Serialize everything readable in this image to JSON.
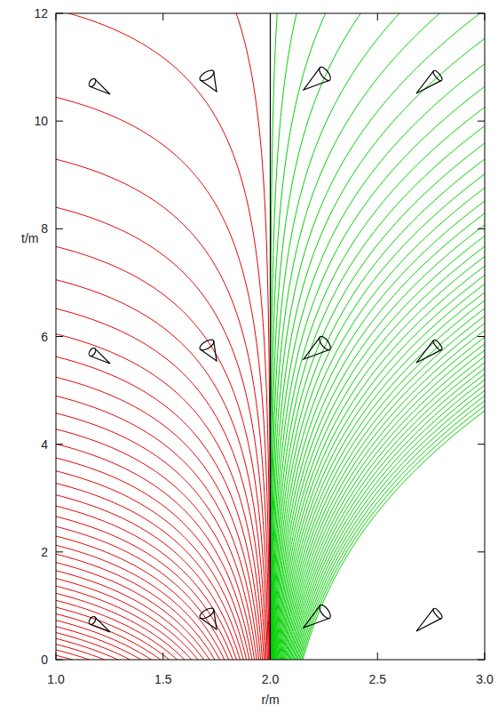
{
  "diagram": {
    "labels": [
      "0",
      "2",
      "4",
      "6",
      "8",
      "10",
      "12",
      "t/m",
      "1.0",
      "1.5",
      "2.0",
      "2.5",
      "3.0",
      "r/m"
    ]
  }
}
